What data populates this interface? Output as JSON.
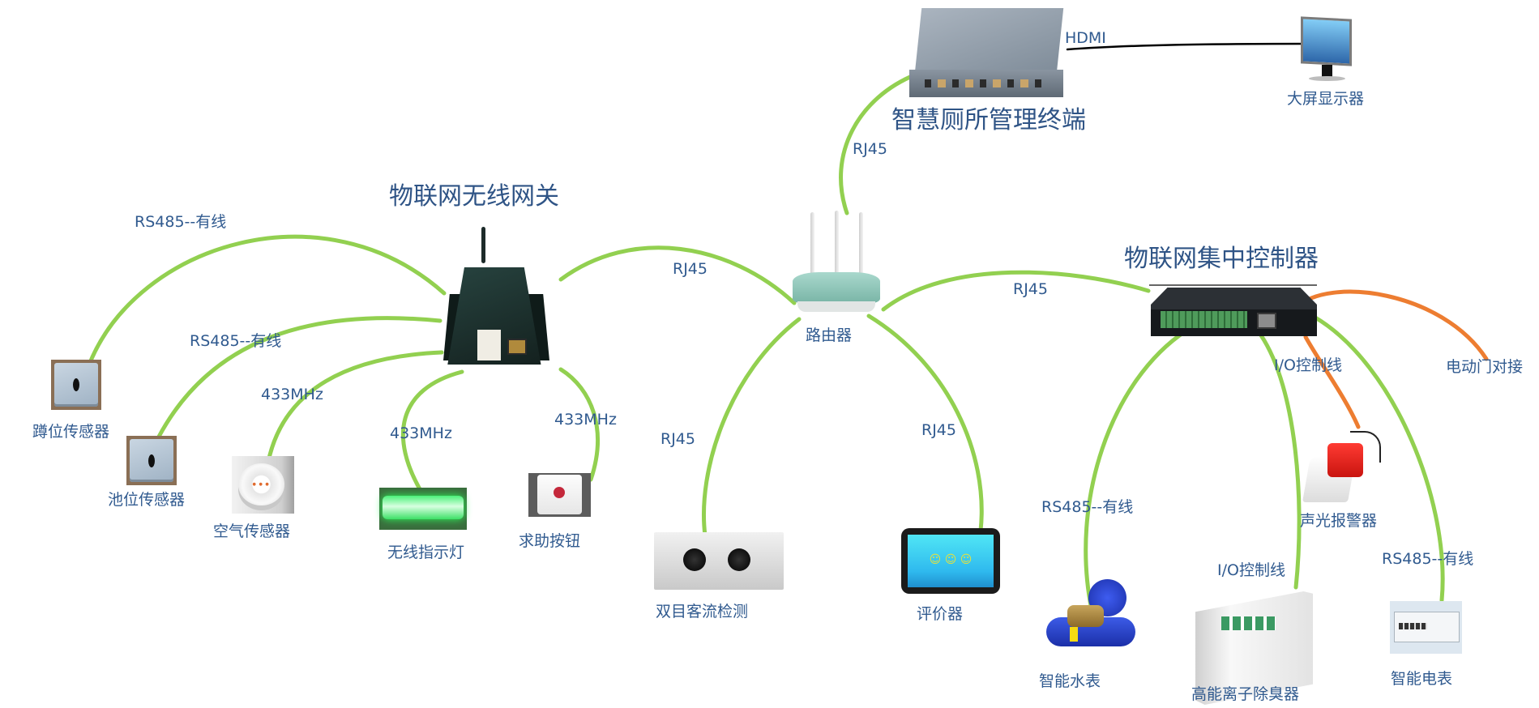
{
  "colors": {
    "wired_link": "#92d050",
    "io_link": "#ed7d31",
    "hdmi_link": "#000000",
    "text": "#305a8f"
  },
  "hubs": {
    "gateway": {
      "title": "物联网无线网关",
      "icon": "iot-wireless-gateway-icon"
    },
    "controller": {
      "title": "物联网集中控制器",
      "icon": "iot-central-controller-icon"
    },
    "terminal": {
      "title": "智慧厕所管理终端",
      "icon": "management-terminal-icon"
    },
    "router": {
      "label": "路由器",
      "icon": "router-icon"
    }
  },
  "devices": {
    "monitor": {
      "label": "大屏显示器",
      "icon": "monitor-icon"
    },
    "squat_sensor": {
      "label": "蹲位传感器",
      "icon": "squat-sensor-icon"
    },
    "pool_sensor": {
      "label": "池位传感器",
      "icon": "pool-sensor-icon"
    },
    "air_sensor": {
      "label": "空气传感器",
      "icon": "air-sensor-icon"
    },
    "indicator_light": {
      "label": "无线指示灯",
      "icon": "indicator-light-icon"
    },
    "help_button": {
      "label": "求助按钮",
      "icon": "help-button-icon"
    },
    "people_counter": {
      "label": "双目客流检测",
      "icon": "binocular-camera-icon"
    },
    "evaluator": {
      "label": "评价器",
      "icon": "evaluator-tablet-icon"
    },
    "water_meter": {
      "label": "智能水表",
      "icon": "water-meter-icon"
    },
    "deodorizer": {
      "label": "高能离子除臭器",
      "icon": "deodorizer-icon"
    },
    "alarm": {
      "label": "声光报警器",
      "icon": "alarm-icon"
    },
    "electric_meter": {
      "label": "智能电表",
      "icon": "electric-meter-icon"
    },
    "door": {
      "label": "电动门对接"
    }
  },
  "links": {
    "gateway_squat": "RS485--有线",
    "gateway_pool": "RS485--有线",
    "gateway_air": "433MHz",
    "gateway_light": "433MHz",
    "gateway_button": "433MHz",
    "gateway_router": "RJ45",
    "router_terminal": "RJ45",
    "router_controller": "RJ45",
    "router_camera": "RJ45",
    "router_evaluator": "RJ45",
    "terminal_monitor": "HDMI",
    "controller_water": "RS485--有线",
    "controller_deodorizer": "I/O控制线",
    "controller_alarm": "I/O控制线",
    "controller_electric": "RS485--有线"
  }
}
